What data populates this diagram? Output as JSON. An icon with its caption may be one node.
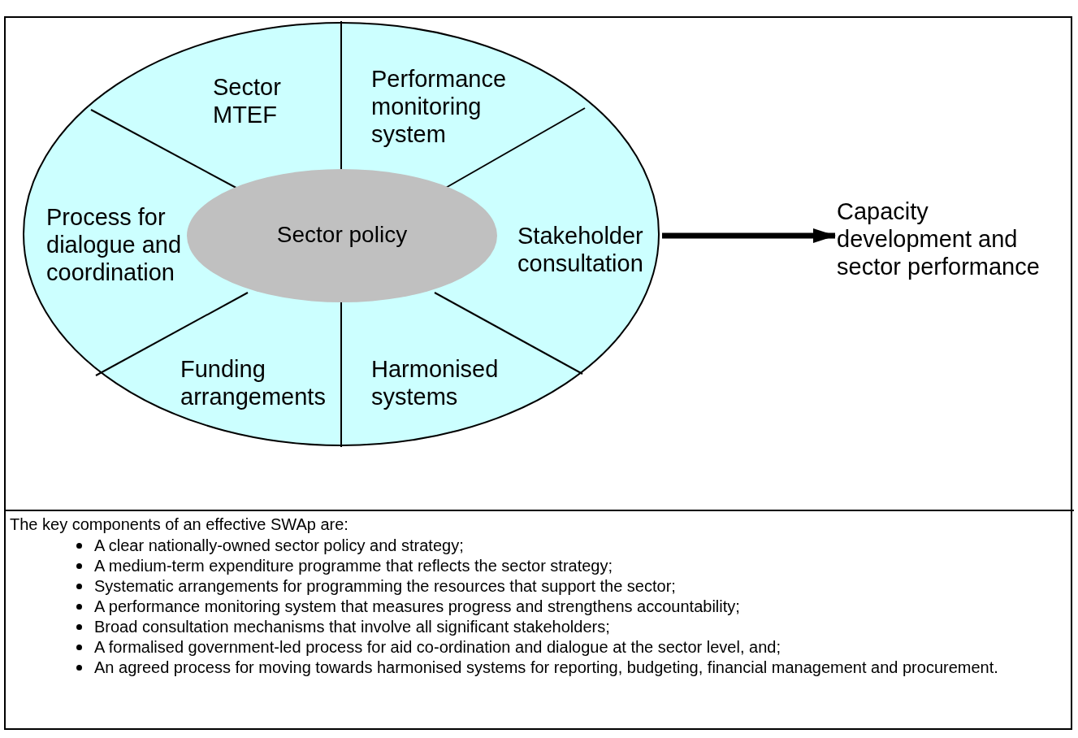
{
  "diagram": {
    "nodes": [
      {
        "text": [],
        "shape": "circle"
      },
      {
        "text": [
          "Sector MTEF"
        ],
        "in": 0
      },
      {
        "text": [
          "Performance monitoring system"
        ],
        "in": 0
      },
      {
        "text": [
          "Process for dialogue and coordination"
        ],
        "in": 0
      },
      {
        "text": [
          "Sector policy"
        ],
        "in": 0
      },
      {
        "text": [
          "Stakeholder consultation"
        ],
        "in": 0
      },
      {
        "text": [
          "Funding arrangements"
        ],
        "in": 0
      },
      {
        "text": [
          "Harmonised systems"
        ],
        "in": 0
      },
      {
        "text": [
          "Capacity development and sector performance"
        ]
      }
    ],
    "edges": [
      {
        "from": 0,
        "to": 8,
        "arrow": "to"
      }
    ],
    "labels": [
      "The key components of an effective SWAp are:",
      "A clear nationally-owned sector policy and strategy;",
      "A medium-term expenditure programme that reflects the sector strategy;",
      "Systematic arrangements for programming the resources that support the sector;",
      "A performance monitoring system that measures progress and strengthens accountability;",
      "Broad consultation mechanisms that involve all significant stakeholders;",
      "A formalised government-led process for aid co-ordination and dialogue at the sector level, and;",
      "An agreed process for moving towards harmonised systems for reporting, budgeting, financial management and procurement."
    ]
  }
}
